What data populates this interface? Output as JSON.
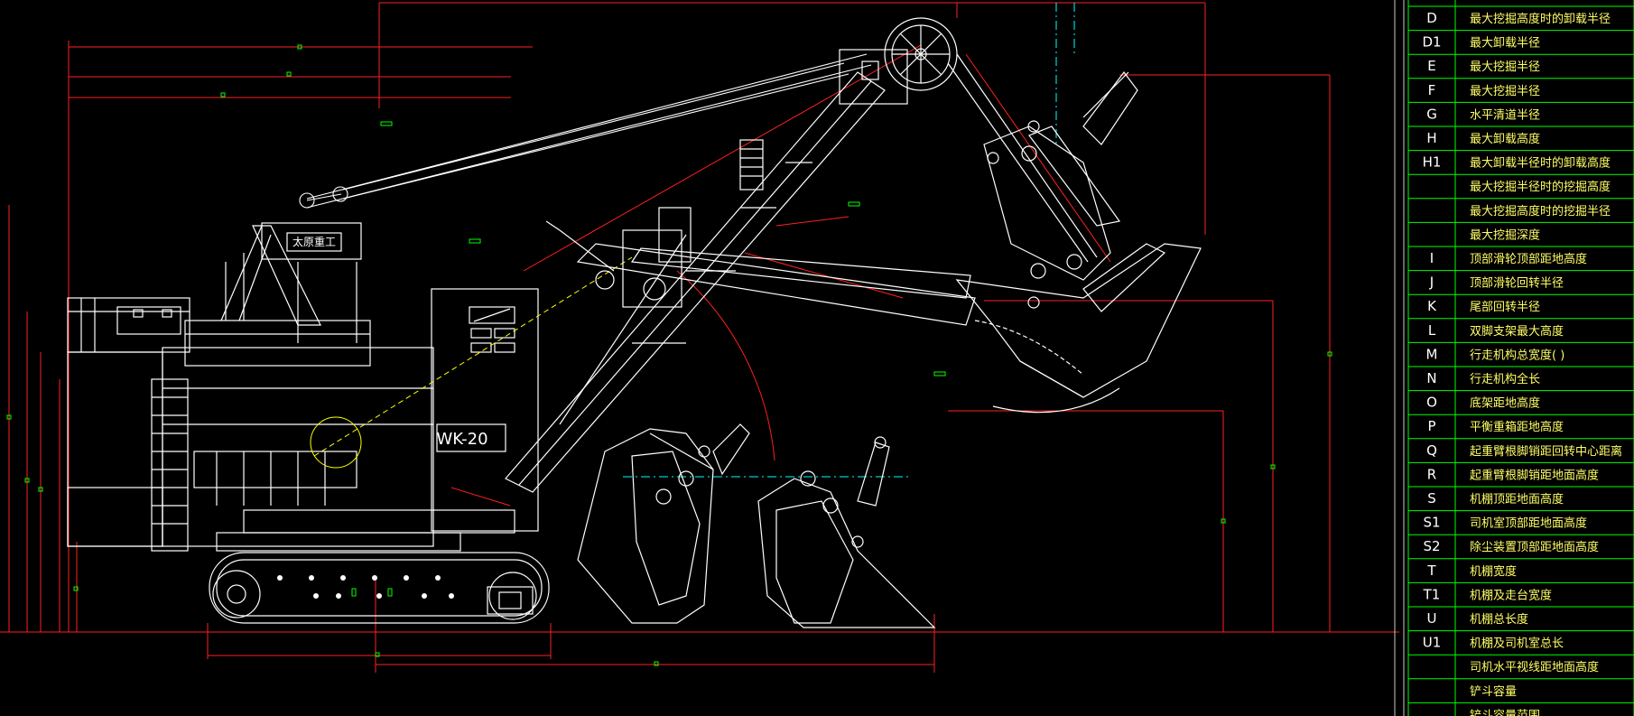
{
  "drawing": {
    "machine_label": "WK-20",
    "cab_label": "太原重工",
    "colors": {
      "background": "#000000",
      "outline": "#ffffff",
      "dimension": "#ff2020",
      "table_grid": "#00ff00",
      "table_code": "#ffffff",
      "table_text": "#ffff66",
      "highlight": "#ffff00",
      "centerline": "#00ffff"
    }
  },
  "spec_table": {
    "rows": [
      {
        "code": "D",
        "desc": "最大挖掘高度时的卸载半径"
      },
      {
        "code": "D1",
        "desc": "最大卸载半径"
      },
      {
        "code": "E",
        "desc": "最大挖掘半径"
      },
      {
        "code": "F",
        "desc": "最大挖掘半径"
      },
      {
        "code": "G",
        "desc": "水平清道半径"
      },
      {
        "code": "H",
        "desc": "最大卸载高度"
      },
      {
        "code": "H1",
        "desc": "最大卸载半径时的卸载高度"
      },
      {
        "code": "",
        "desc": "最大挖掘半径时的挖掘高度"
      },
      {
        "code": "",
        "desc": "最大挖掘高度时的挖掘半径"
      },
      {
        "code": "",
        "desc": "最大挖掘深度"
      },
      {
        "code": "I",
        "desc": "顶部滑轮顶部距地高度"
      },
      {
        "code": "J",
        "desc": "顶部滑轮回转半径"
      },
      {
        "code": "K",
        "desc": "尾部回转半径"
      },
      {
        "code": "L",
        "desc": "双脚支架最大高度"
      },
      {
        "code": "M",
        "desc": "行走机构总宽度( )"
      },
      {
        "code": "N",
        "desc": "行走机构全长"
      },
      {
        "code": "O",
        "desc": "底架距地高度"
      },
      {
        "code": "P",
        "desc": "平衡重箱距地高度"
      },
      {
        "code": "Q",
        "desc": "起重臂根脚销距回转中心距离"
      },
      {
        "code": "R",
        "desc": "起重臂根脚销距地面高度"
      },
      {
        "code": "S",
        "desc": "机棚顶距地面高度"
      },
      {
        "code": "S1",
        "desc": "司机室顶部距地面高度"
      },
      {
        "code": "S2",
        "desc": "除尘装置顶部距地面高度"
      },
      {
        "code": "T",
        "desc": "机棚宽度"
      },
      {
        "code": "T1",
        "desc": "机棚及走台宽度"
      },
      {
        "code": "U",
        "desc": "机棚总长度"
      },
      {
        "code": "U1",
        "desc": "机棚及司机室总长"
      },
      {
        "code": "",
        "desc": "司机水平视线距地面高度"
      },
      {
        "code": "",
        "desc": "铲斗容量"
      },
      {
        "code": "",
        "desc": "铲斗容量范围"
      }
    ]
  }
}
